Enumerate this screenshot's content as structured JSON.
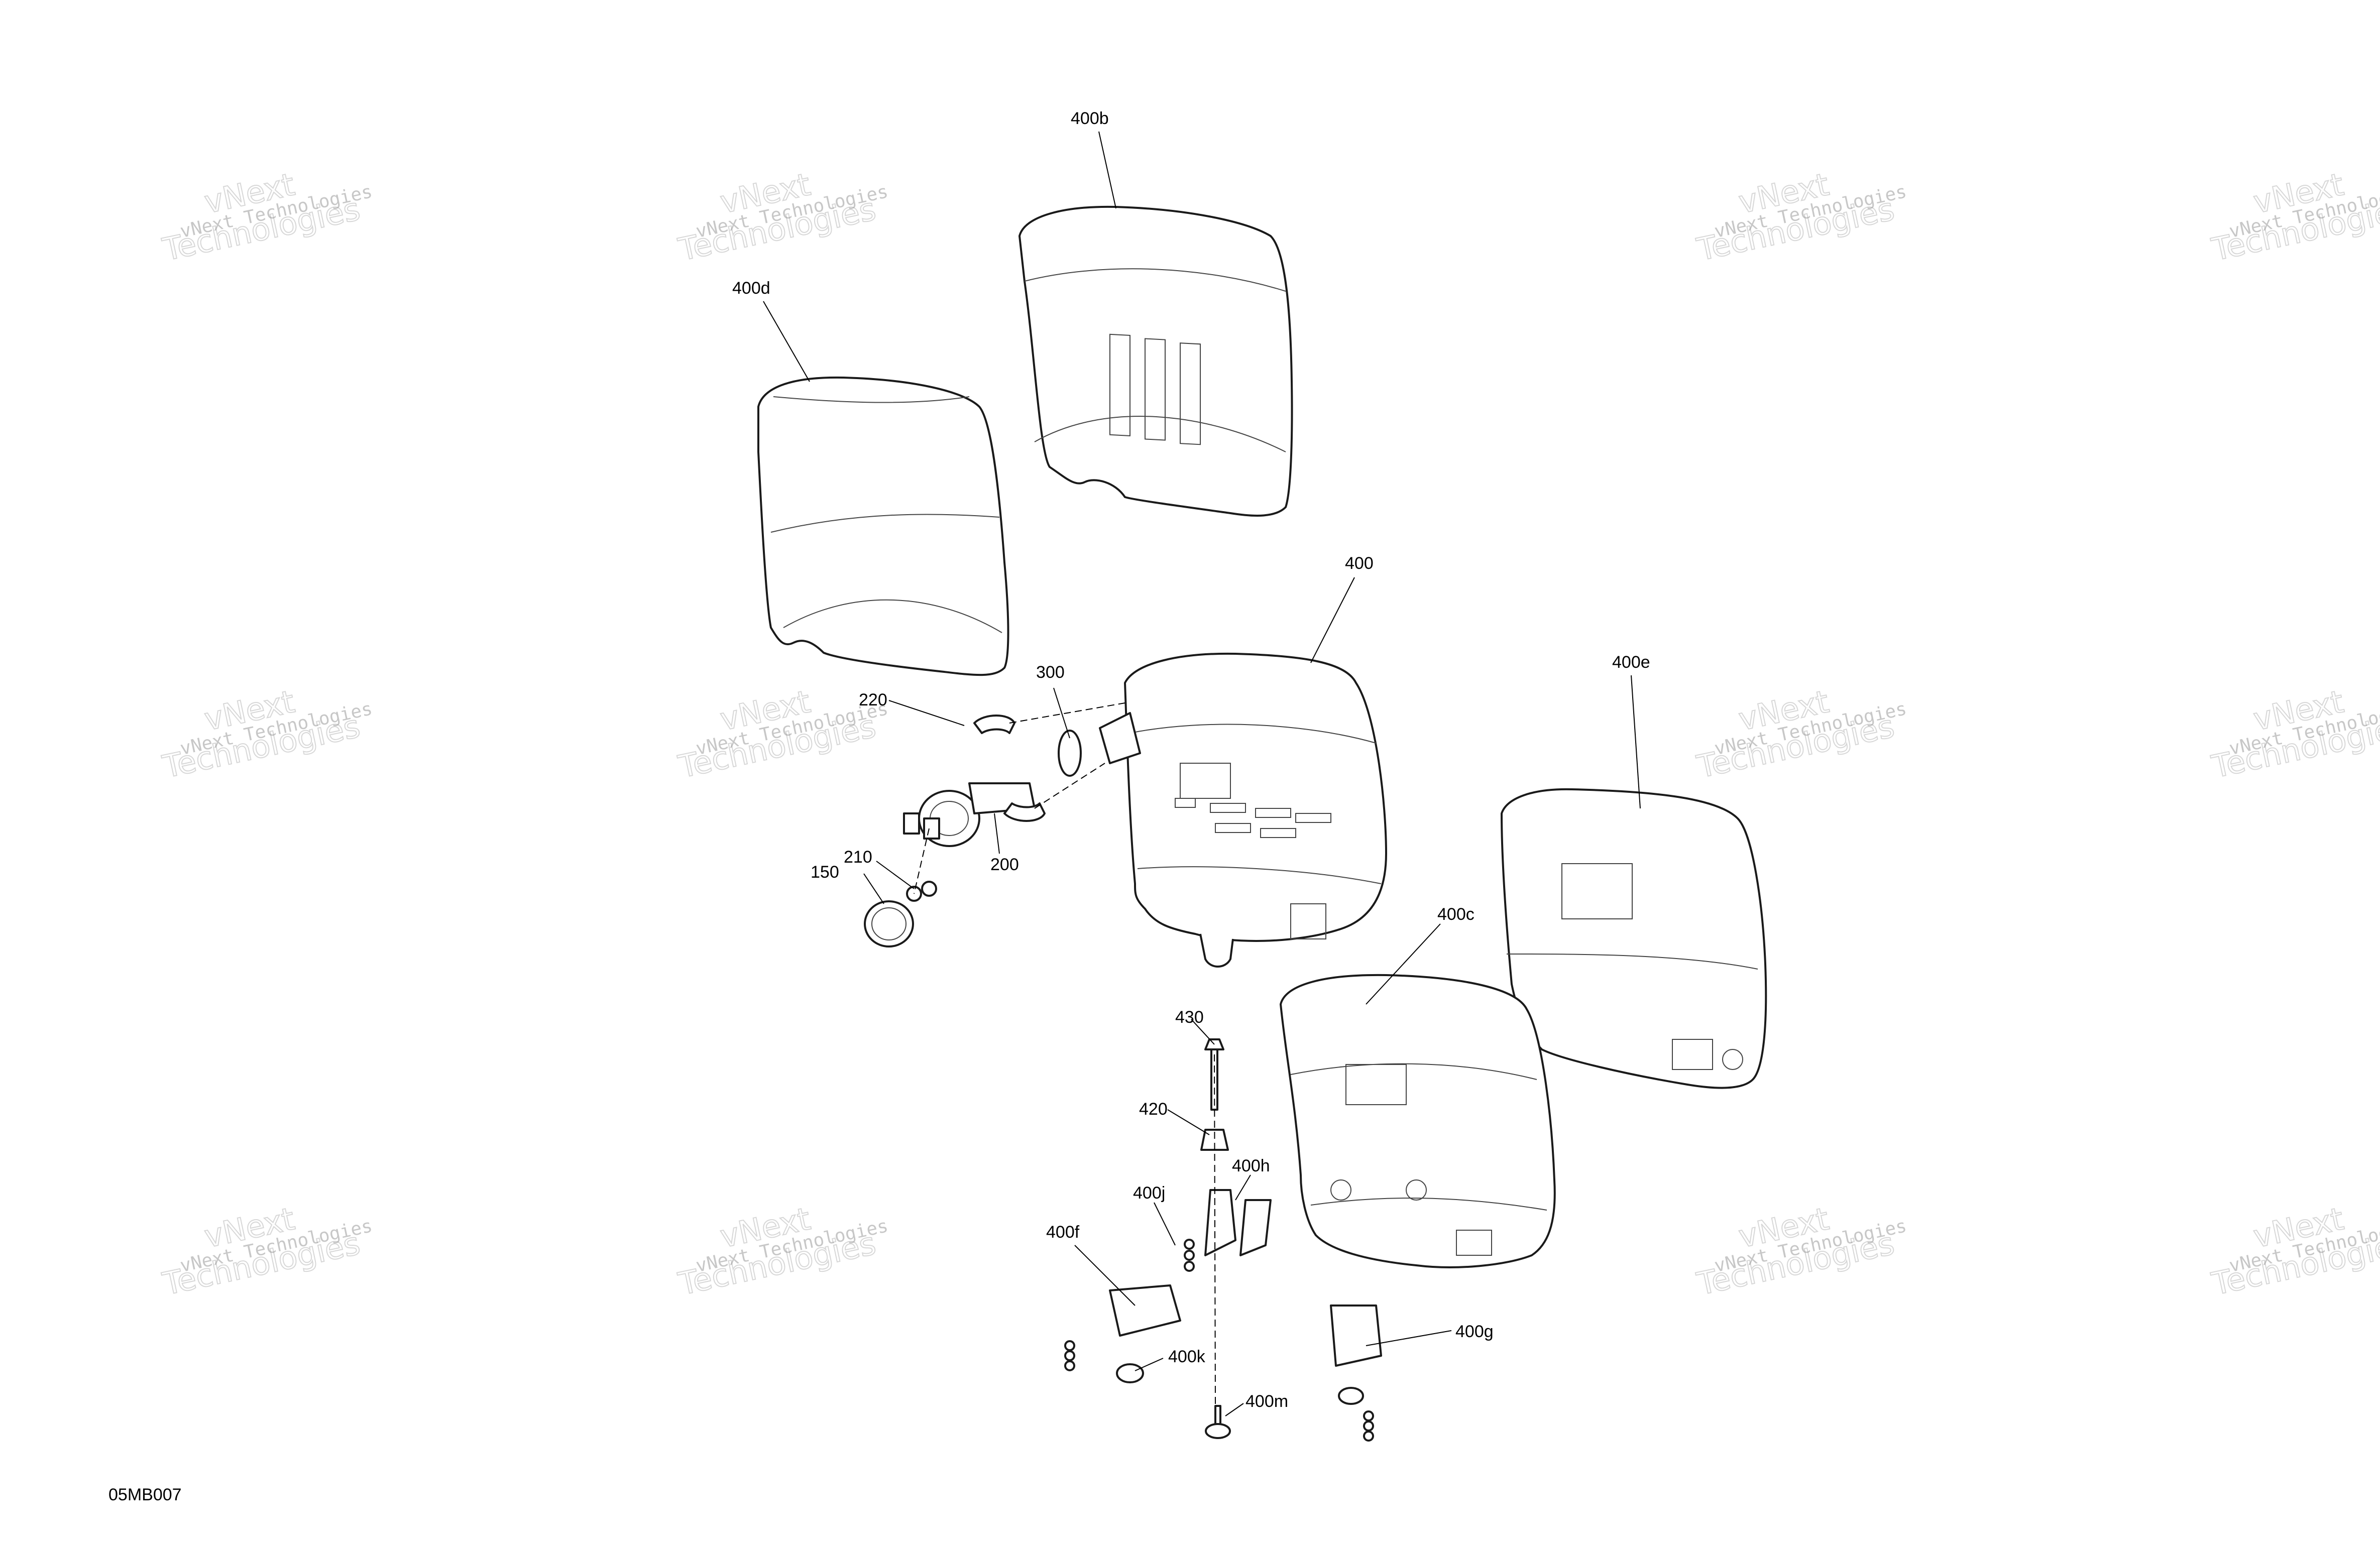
{
  "drawing_code": "05MB007",
  "watermark": {
    "line1": "vNext Technologies",
    "line2": "vNext",
    "line3": "Technologies"
  },
  "callouts": {
    "c400b": "400b",
    "c400d": "400d",
    "c400": "400",
    "c400e": "400e",
    "c300": "300",
    "c220": "220",
    "c200": "200",
    "c210": "210",
    "c150": "150",
    "c400c": "400c",
    "c430": "430",
    "c420": "420",
    "c400h": "400h",
    "c400j": "400j",
    "c400f": "400f",
    "c400k": "400k",
    "c400g": "400g",
    "c400m": "400m"
  }
}
